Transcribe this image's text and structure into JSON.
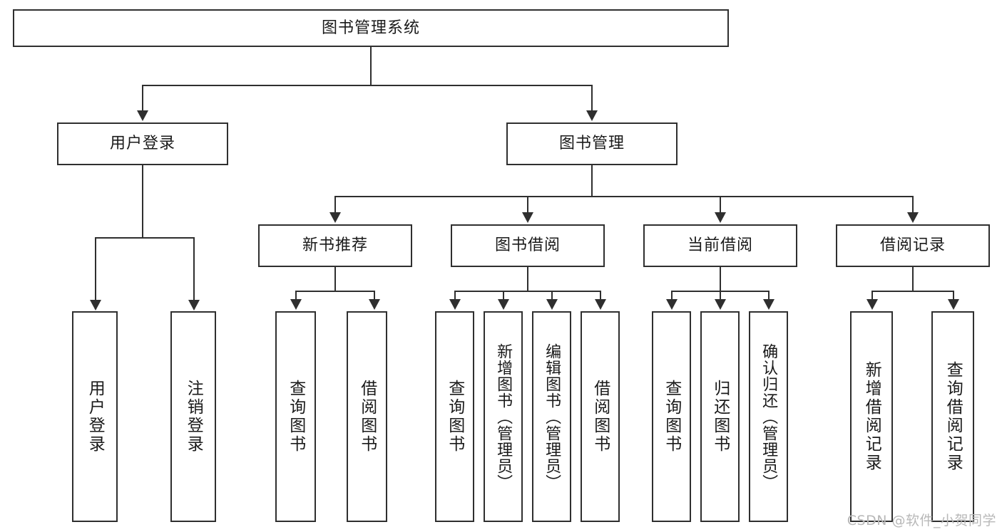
{
  "diagram": {
    "title": "图书管理系统",
    "root": {
      "label": "图书管理系统"
    },
    "tier2": [
      {
        "label": "用户登录"
      },
      {
        "label": "图书管理"
      }
    ],
    "tier3": [
      {
        "label": "新书推荐"
      },
      {
        "label": "图书借阅"
      },
      {
        "label": "当前借阅"
      },
      {
        "label": "借阅记录"
      }
    ],
    "leaves": [
      {
        "label": "用户登录"
      },
      {
        "label": "注销登录"
      },
      {
        "label": "查询图书"
      },
      {
        "label": "借阅图书"
      },
      {
        "label": "查询图书"
      },
      {
        "label": "新增图书（管理员）"
      },
      {
        "label": "编辑图书（管理员）"
      },
      {
        "label": "借阅图书"
      },
      {
        "label": "查询图书"
      },
      {
        "label": "归还图书"
      },
      {
        "label": "确认归还（管理员）"
      },
      {
        "label": "新增借阅记录"
      },
      {
        "label": "查询借阅记录"
      }
    ],
    "watermark": "CSDN @软件_小贺同学",
    "colors": {
      "stroke": "#2f2f2f",
      "background": "#ffffff",
      "text": "#1a1a1a",
      "watermark": "#b8b8b8"
    }
  }
}
